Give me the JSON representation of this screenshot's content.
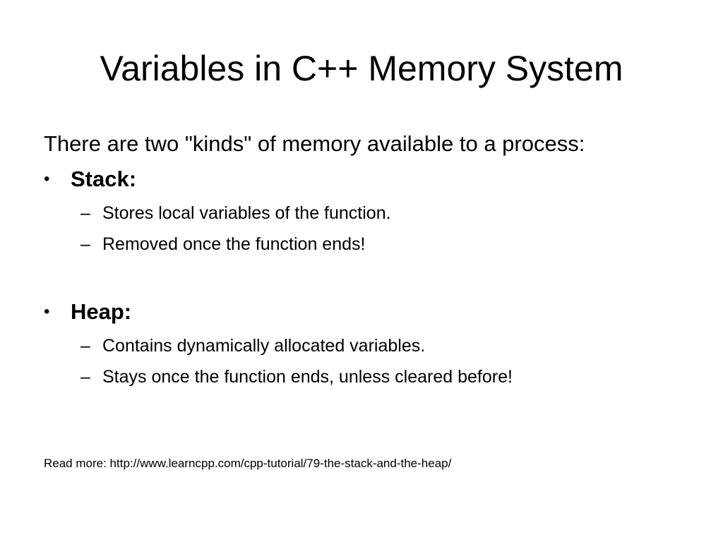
{
  "slide": {
    "title": "Variables in C++ Memory System",
    "intro": "There are two \"kinds\" of memory available to a process:",
    "sections": [
      {
        "bullet": "•",
        "label": "Stack:",
        "points": [
          {
            "dash": "–",
            "text": "Stores local variables of the function."
          },
          {
            "dash": "–",
            "text": "Removed once the function ends!"
          }
        ]
      },
      {
        "bullet": "•",
        "label": "Heap:",
        "points": [
          {
            "dash": "–",
            "text": "Contains dynamically allocated variables."
          },
          {
            "dash": "–",
            "text": "Stays once the function ends, unless cleared before!"
          }
        ]
      }
    ],
    "read_more": "Read more: http://www.learncpp.com/cpp-tutorial/79-the-stack-and-the-heap/"
  }
}
